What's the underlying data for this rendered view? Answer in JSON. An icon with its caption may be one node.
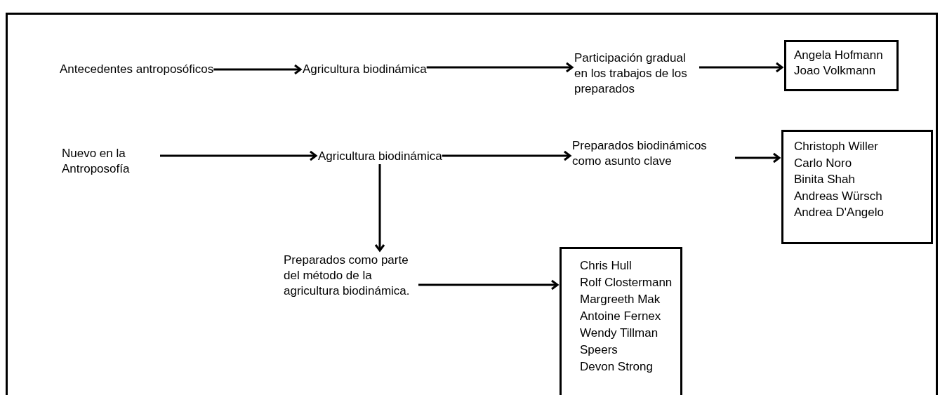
{
  "diagram": {
    "nodes": [
      {
        "text": [
          "Antecedentes antroposóficos"
        ]
      },
      {
        "text": [
          "Agricultura biodinámica"
        ]
      },
      {
        "text": [
          "Participación gradual en los trabajos de los preparados"
        ]
      },
      {
        "text": [
          "Angela Hofmann",
          "Joao Volkmann"
        ]
      },
      {
        "text": [
          "Nuevo en la Antroposofía"
        ]
      },
      {
        "text": [
          "Agricultura biodinámica"
        ]
      },
      {
        "text": [
          "Preparados biodinámicos como asunto clave"
        ]
      },
      {
        "text": [
          "Christoph Willer",
          "Carlo Noro",
          "Binita Shah",
          "Andreas Würsch",
          "Andrea D'Angelo"
        ]
      },
      {
        "text": [
          "Preparados como parte del método de la agricultura biodinámica."
        ]
      },
      {
        "text": [
          "Chris Hull",
          "Rolf Clostermann",
          "Margreeth Mak",
          "Antoine Fernex",
          "Wendy Tillman",
          "Speers",
          "Devon Strong"
        ]
      }
    ],
    "edges": [
      {
        "from": 0,
        "to": 1,
        "arrow": "to"
      },
      {
        "from": 1,
        "to": 2,
        "arrow": "to"
      },
      {
        "from": 2,
        "to": 3,
        "arrow": "to"
      },
      {
        "from": 4,
        "to": 5,
        "arrow": "to"
      },
      {
        "from": 5,
        "to": 6,
        "arrow": "to"
      },
      {
        "from": 6,
        "to": 7,
        "arrow": "to"
      },
      {
        "from": 5,
        "to": 8,
        "arrow": "to"
      },
      {
        "from": 8,
        "to": 9,
        "arrow": "to"
      }
    ]
  }
}
